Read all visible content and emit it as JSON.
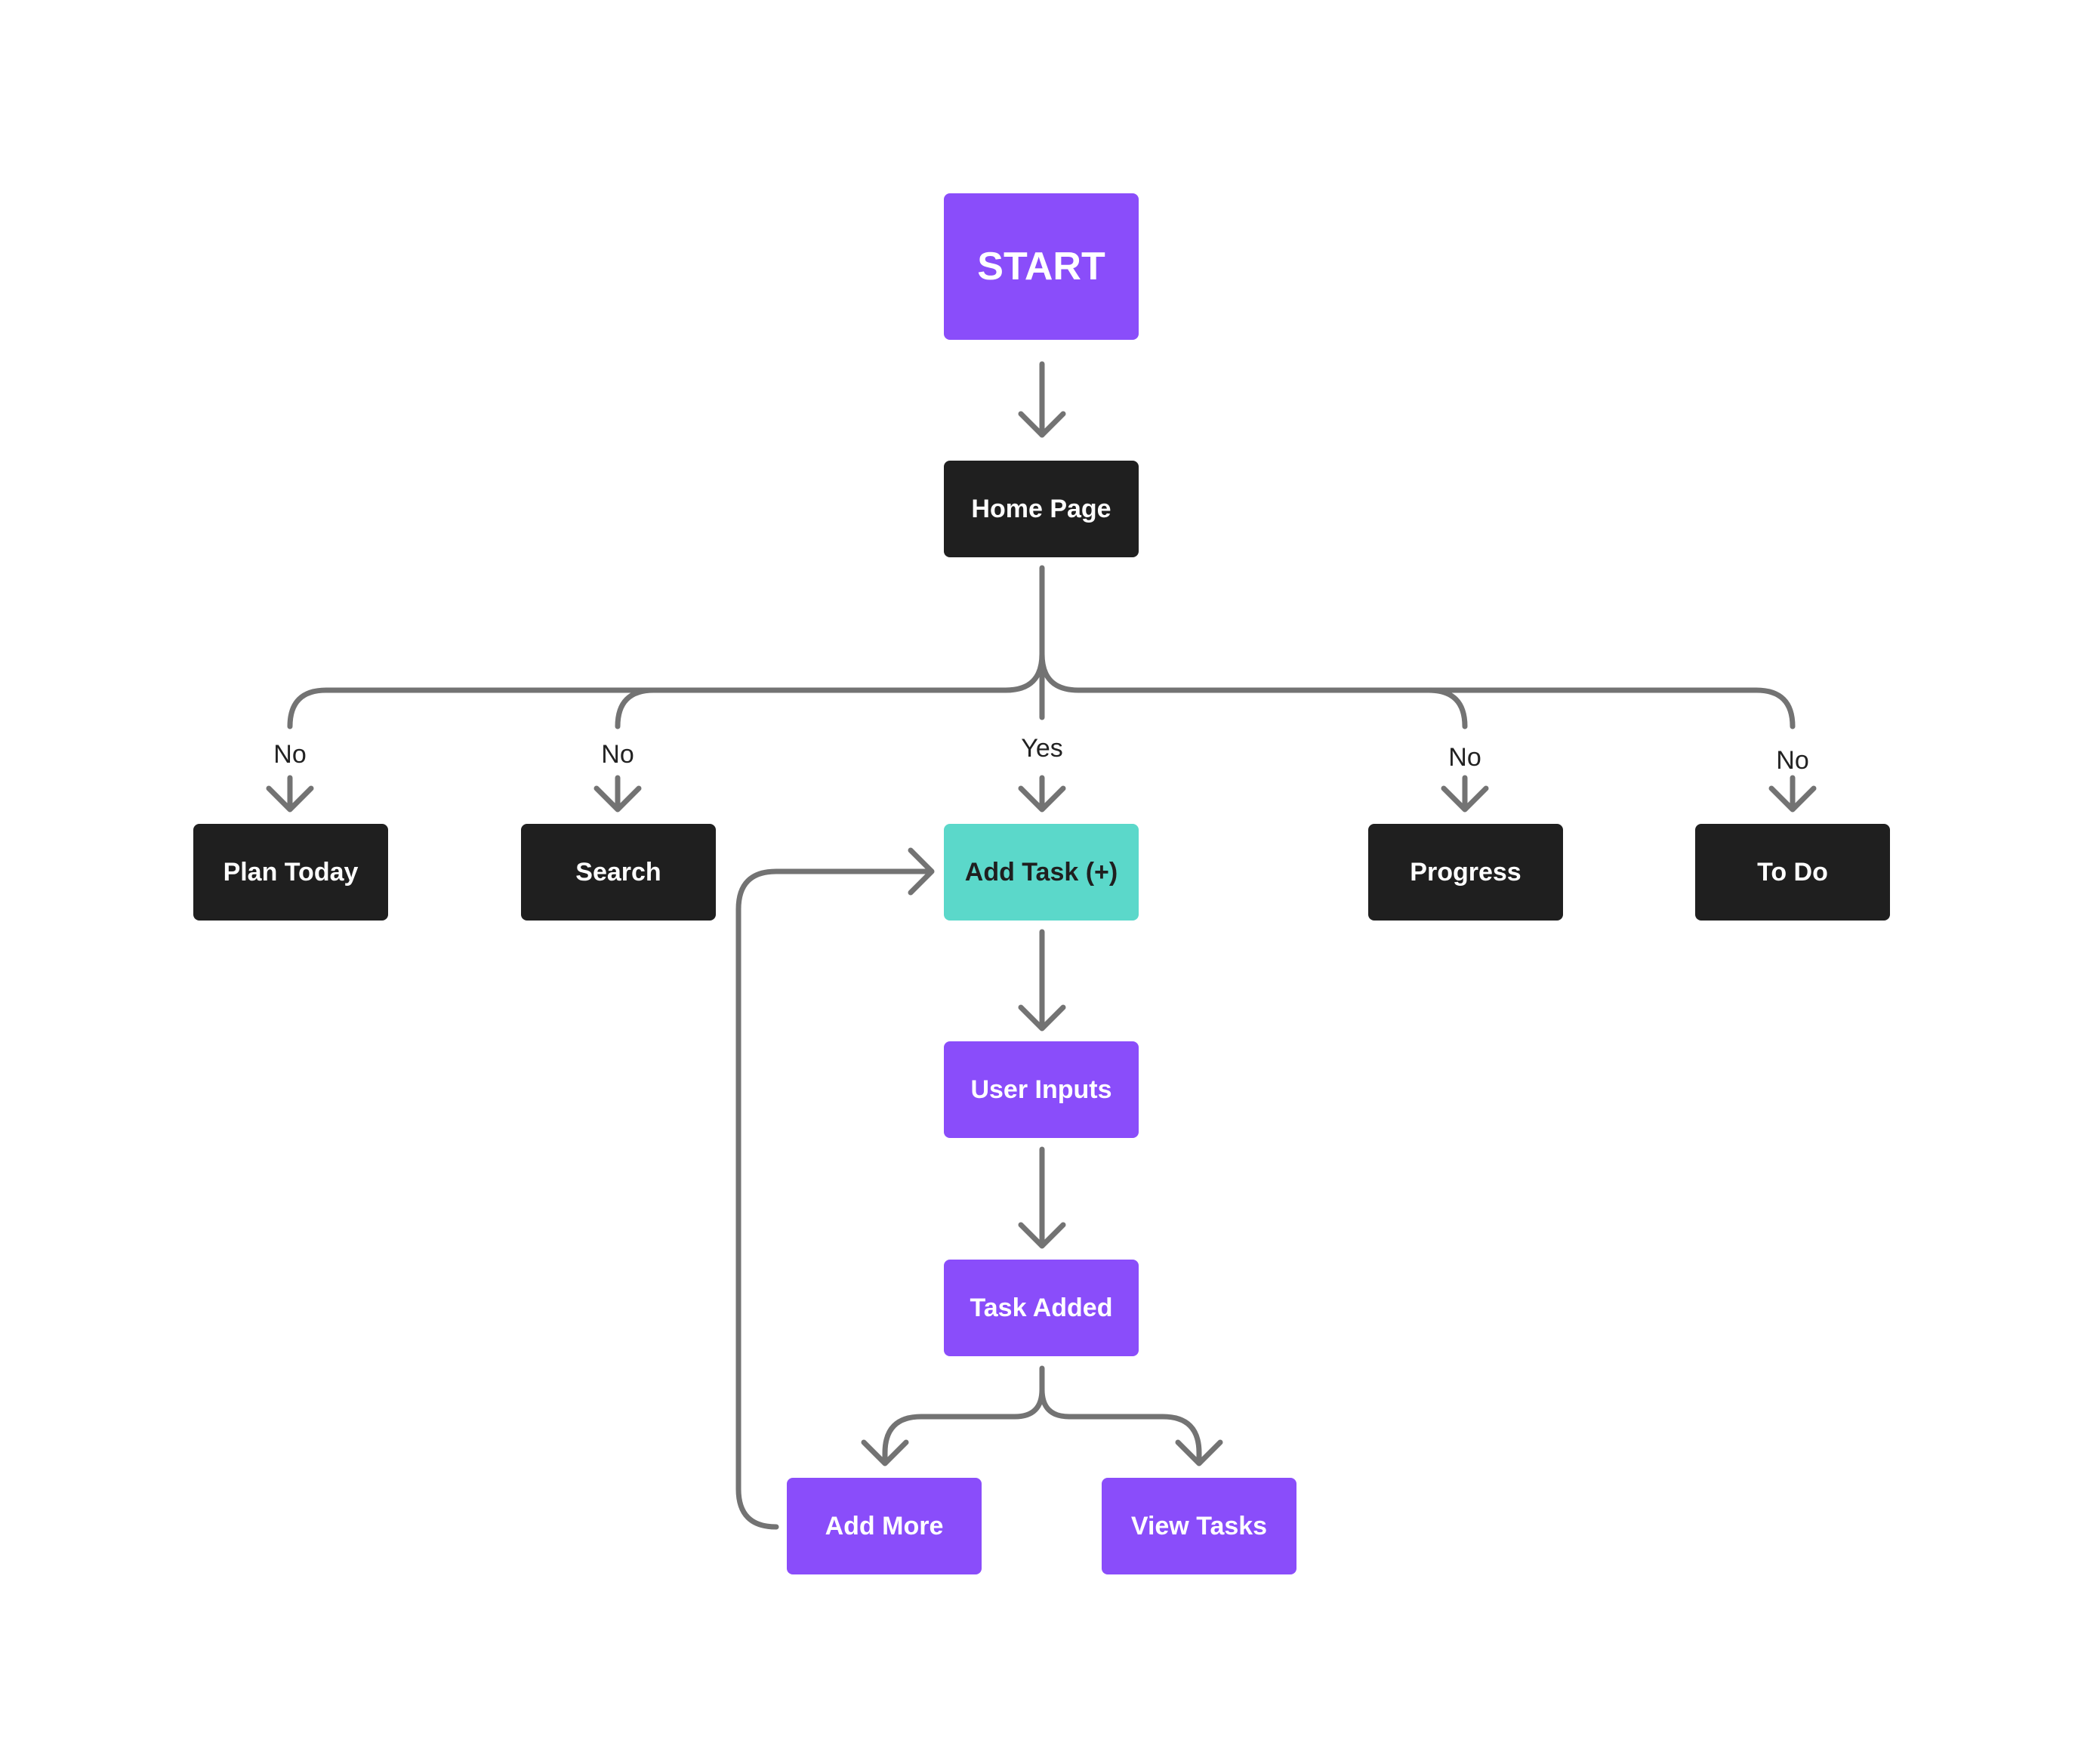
{
  "colors": {
    "purple": "#8A4DFA",
    "dark": "#1F1F1F",
    "teal": "#5BD8CA",
    "connector": "#737373",
    "text_light": "#FFFFFF",
    "text_dark": "#1F1F1F"
  },
  "nodes": {
    "start": "START",
    "home_page": "Home Page",
    "plan_today": "Plan Today",
    "search": "Search",
    "add_task": "Add Task (+)",
    "progress": "Progress",
    "to_do": "To Do",
    "user_inputs": "User Inputs",
    "task_added": "Task Added",
    "add_more": "Add More",
    "view_tasks": "View Tasks"
  },
  "edge_labels": {
    "plan_today": "No",
    "search": "No",
    "add_task": "Yes",
    "progress": "No",
    "to_do": "No"
  }
}
